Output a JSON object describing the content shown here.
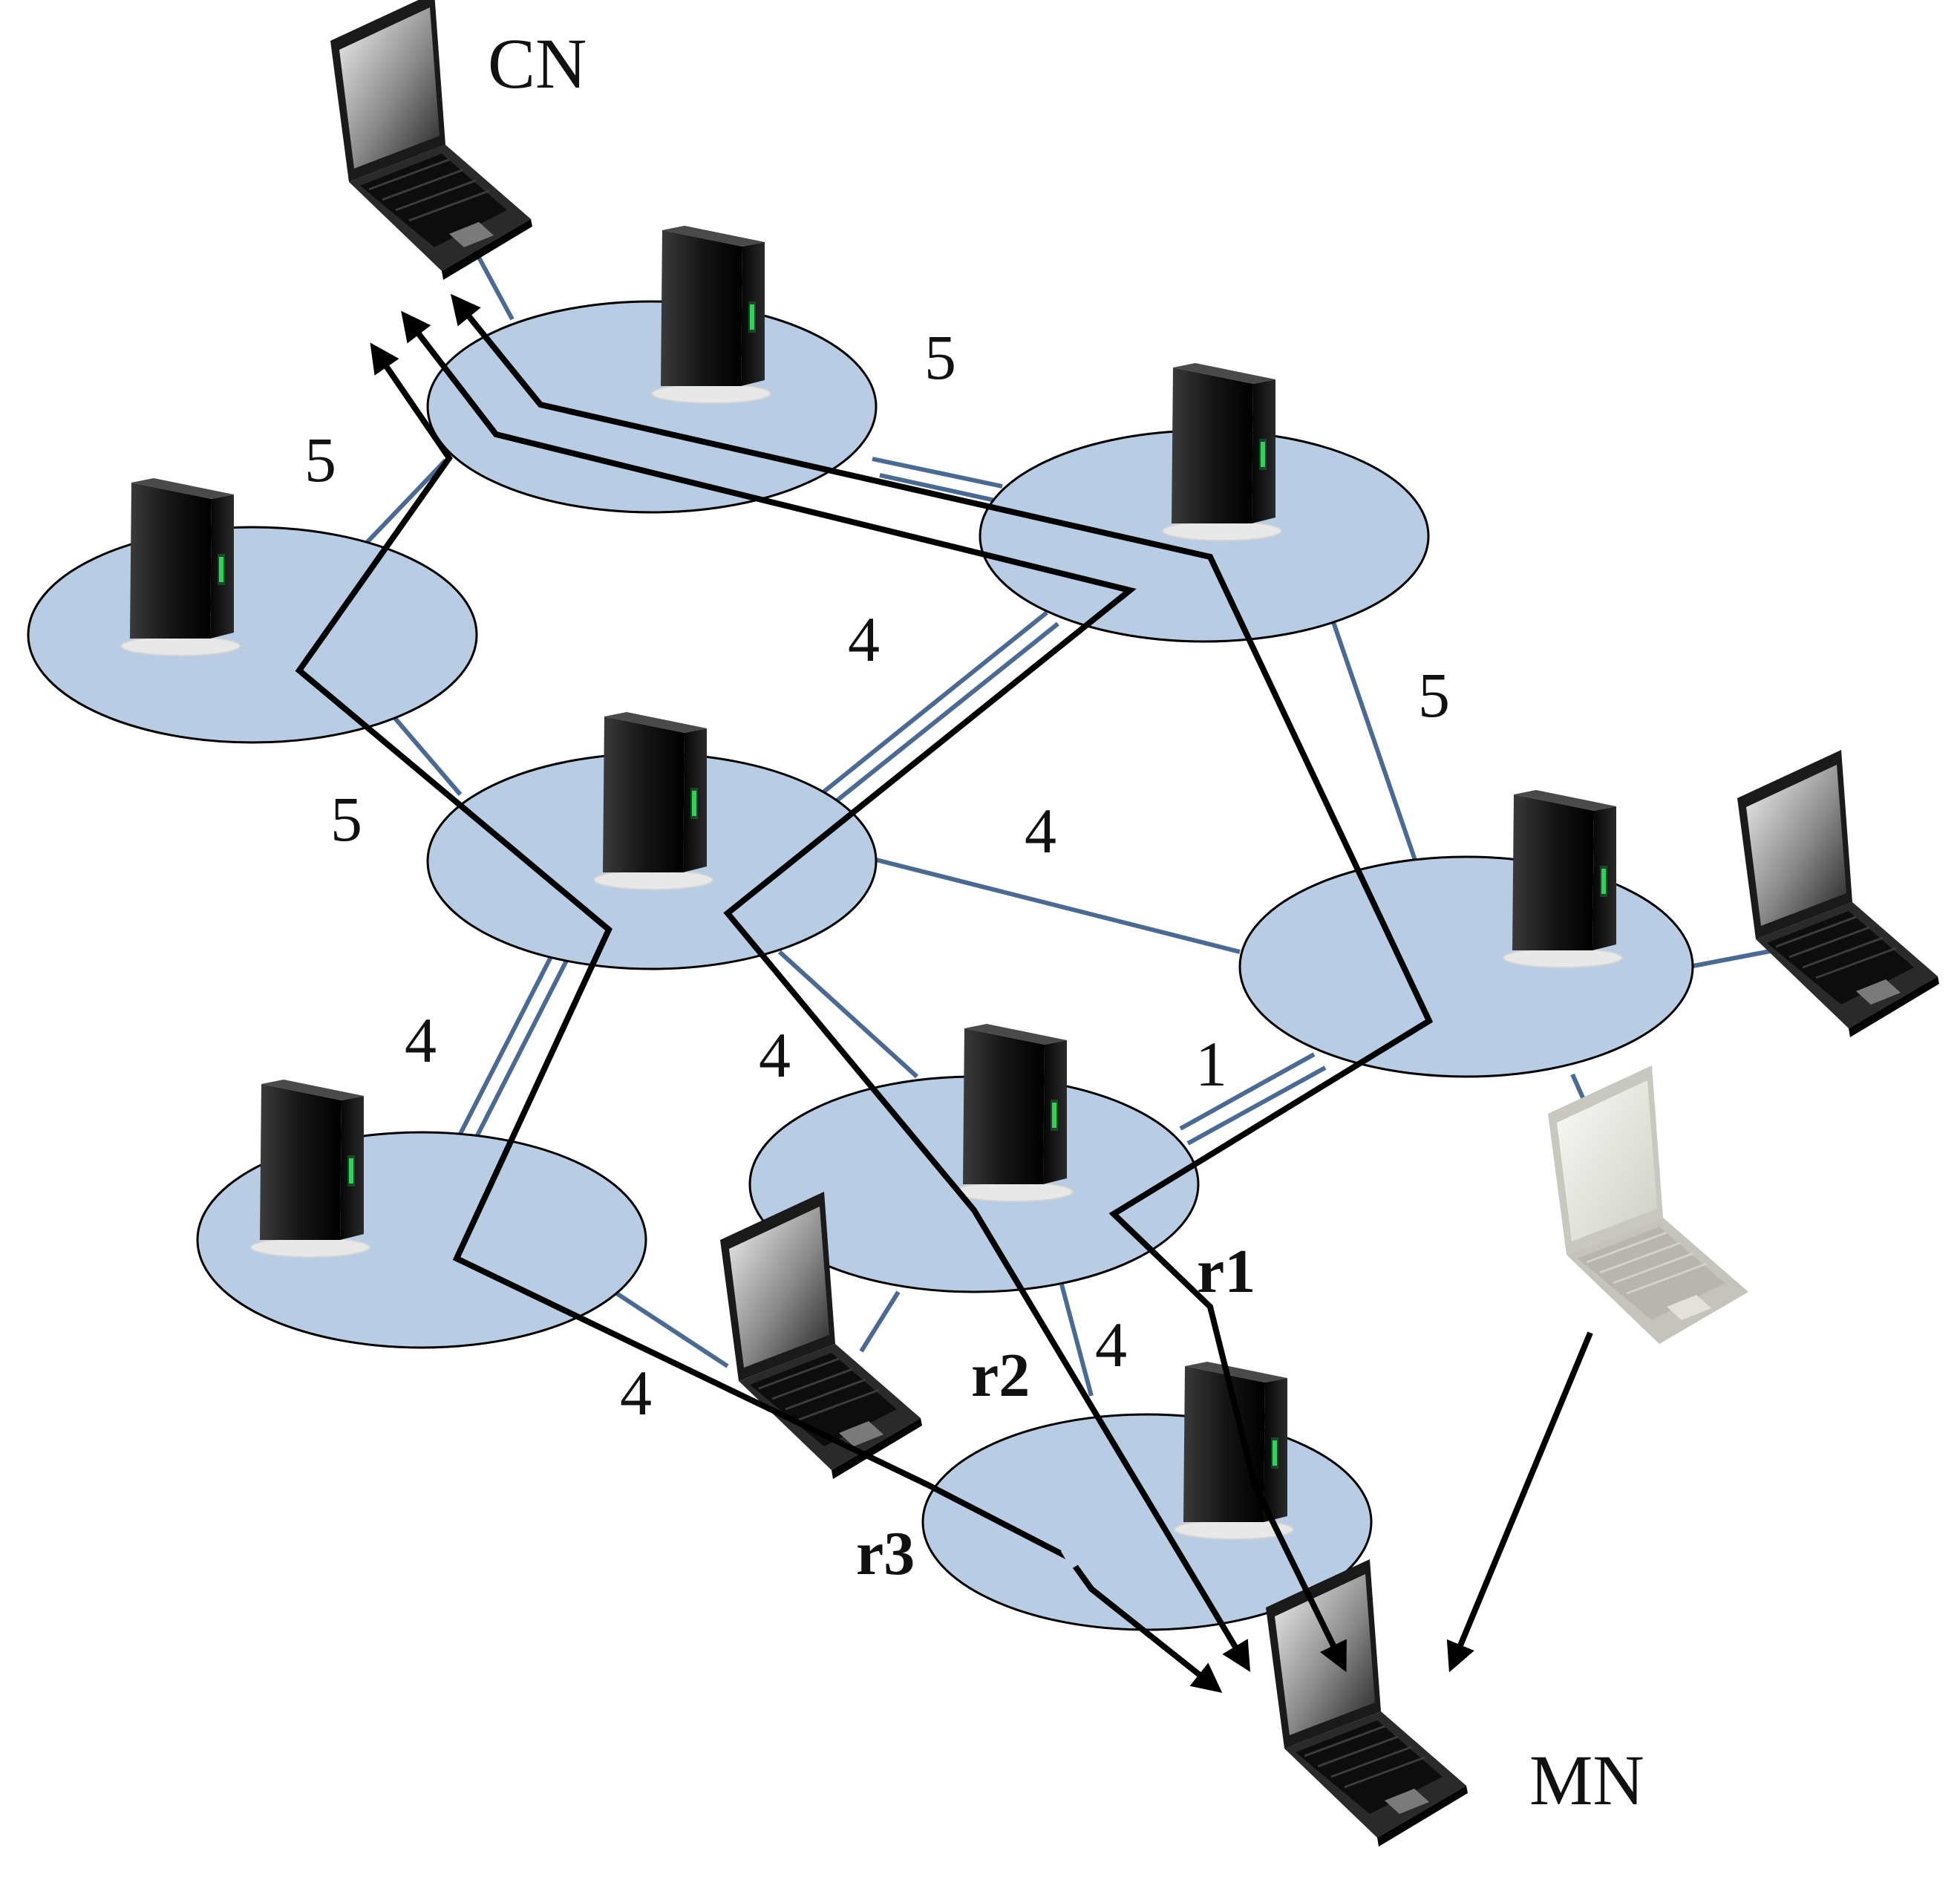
{
  "nodes": {
    "correspondent": "CN",
    "mobile": "MN"
  },
  "routers": {
    "r1": "r1",
    "r2": "r2",
    "r3": "r3"
  },
  "link_weights": {
    "top_right": "5",
    "top_left": "5",
    "upper_middle": "4",
    "right_side": "5",
    "middle_left": "5",
    "middle_right": "4",
    "lower_left": "4",
    "lower_middle": "4",
    "short_link": "1",
    "bottom_left": "4",
    "bottom_middle": "4"
  },
  "colors": {
    "domain_fill": "#b8cce4",
    "link": "#4a6a94",
    "path": "#000000",
    "ghost_laptop": "#c8c8c0"
  },
  "icons": {
    "server": "server-tower-icon",
    "laptop": "laptop-icon"
  }
}
